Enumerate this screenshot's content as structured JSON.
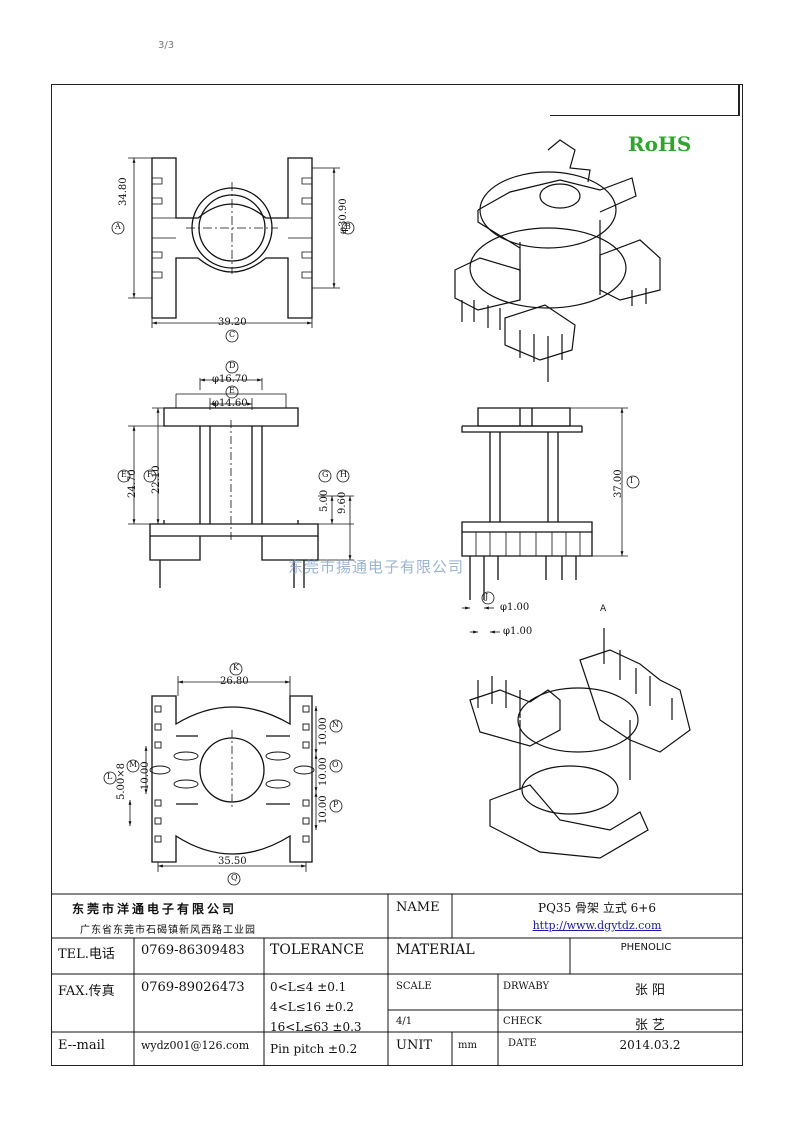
{
  "header": {
    "page_mark": "3/3",
    "rohs": "RoHS"
  },
  "watermark": "东莞市揚通电子有限公司",
  "dimensions": {
    "A": "34.80",
    "B": "φ30.90",
    "C": "39.20",
    "D": "φ16.70",
    "E": "φ14.60",
    "F_E": "24.70",
    "F": "22.10",
    "G": "5.00",
    "H": "9.60",
    "I": "37.00",
    "J": "φ1.00",
    "J2": "φ1.00",
    "view_mark": "A",
    "K": "26.80",
    "L": "5.00×8",
    "M": "10.00",
    "N": "10.00",
    "O": "10.00",
    "P": "10.00",
    "Q": "35.50"
  },
  "labels": {
    "A": "A",
    "B": "B",
    "C": "C",
    "D": "D",
    "E": "E",
    "F": "F",
    "E2": "E",
    "G": "G",
    "H": "H",
    "I": "I",
    "J": "J",
    "K": "K",
    "L": "L",
    "M": "M",
    "N": "N",
    "O": "O",
    "P": "P",
    "Q": "Q"
  },
  "title_block": {
    "company": "东莞市洋通电子有限公司",
    "address": "广东省东莞市石碣镇新风西路工业园",
    "name_label": "NAME",
    "name_value": "PQ35 骨架  立式 6+6",
    "website": "http://www.dgytdz.com",
    "tel_label": "TEL.电话",
    "tel_value": "0769-86309483",
    "tolerance_label": "TOLERANCE",
    "material_label": "MATERIAL",
    "material_value": "PHENOLIC",
    "fax_label": "FAX.传真",
    "fax_value": "0769-89026473",
    "tol1": "0<L≤4   ±0.1",
    "tol2": "4<L≤16  ±0.2",
    "tol3": "16<L≤63  ±0.3",
    "tol4": "Pin pitch  ±0.2",
    "scale_label": "SCALE",
    "drwaby_label": "DRWABY",
    "drwaby_value": "张 阳",
    "scale_value": "4/1",
    "check_label": "CHECK",
    "check_value": "张 艺",
    "email_label": "E--mail",
    "email_value": "wydz001@126.com",
    "unit_label": "UNIT",
    "unit_value": "mm",
    "date_label": "DATE",
    "date_value": "2014.03.2"
  }
}
